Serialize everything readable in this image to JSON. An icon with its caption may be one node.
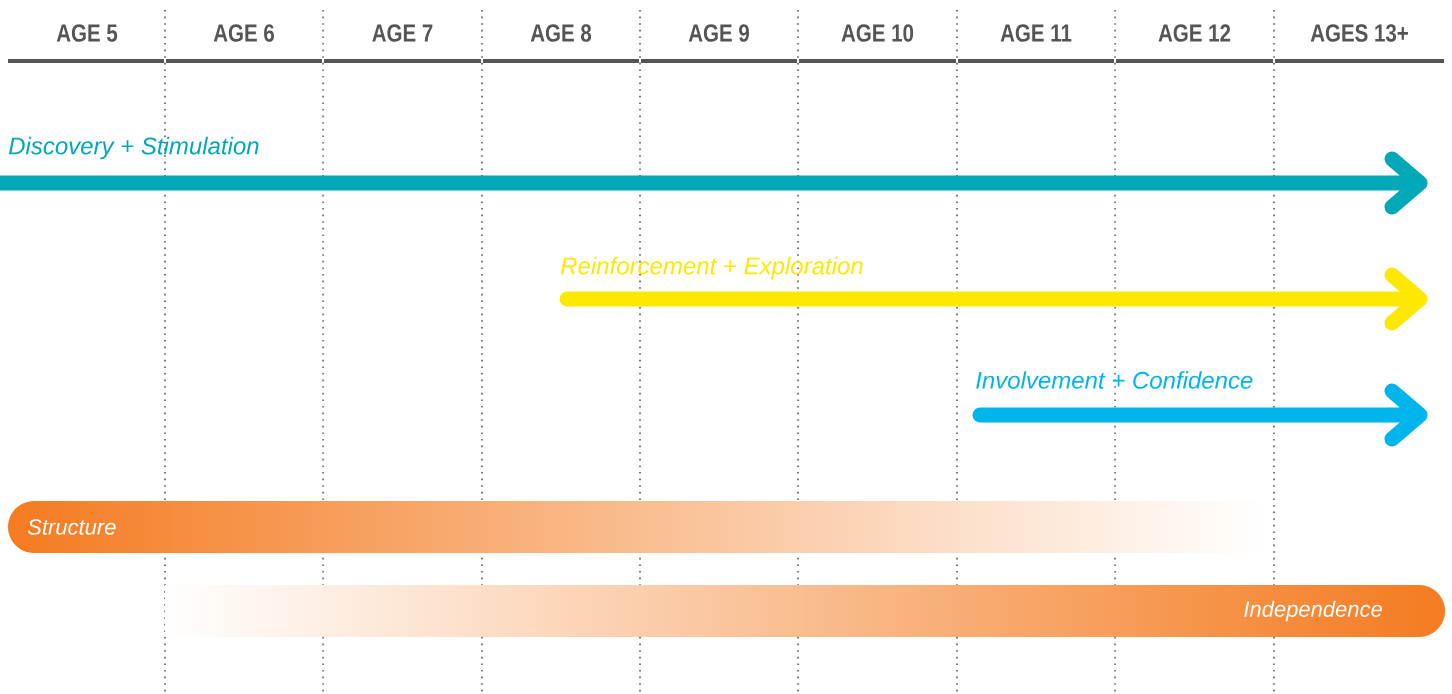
{
  "diagram": {
    "nodes": [
      {
        "text": [
          "Structure"
        ]
      },
      {
        "text": [
          "Independence"
        ]
      }
    ],
    "labels": [
      "AGE 5",
      "AGE 6",
      "AGE 7",
      "AGE 8",
      "AGE 9",
      "AGE 10",
      "AGE 11",
      "AGE 12",
      "AGES 13+",
      "Discovery + Stimulation",
      "Reinforcement + Exploration",
      "Involvement + Confidence"
    ]
  }
}
